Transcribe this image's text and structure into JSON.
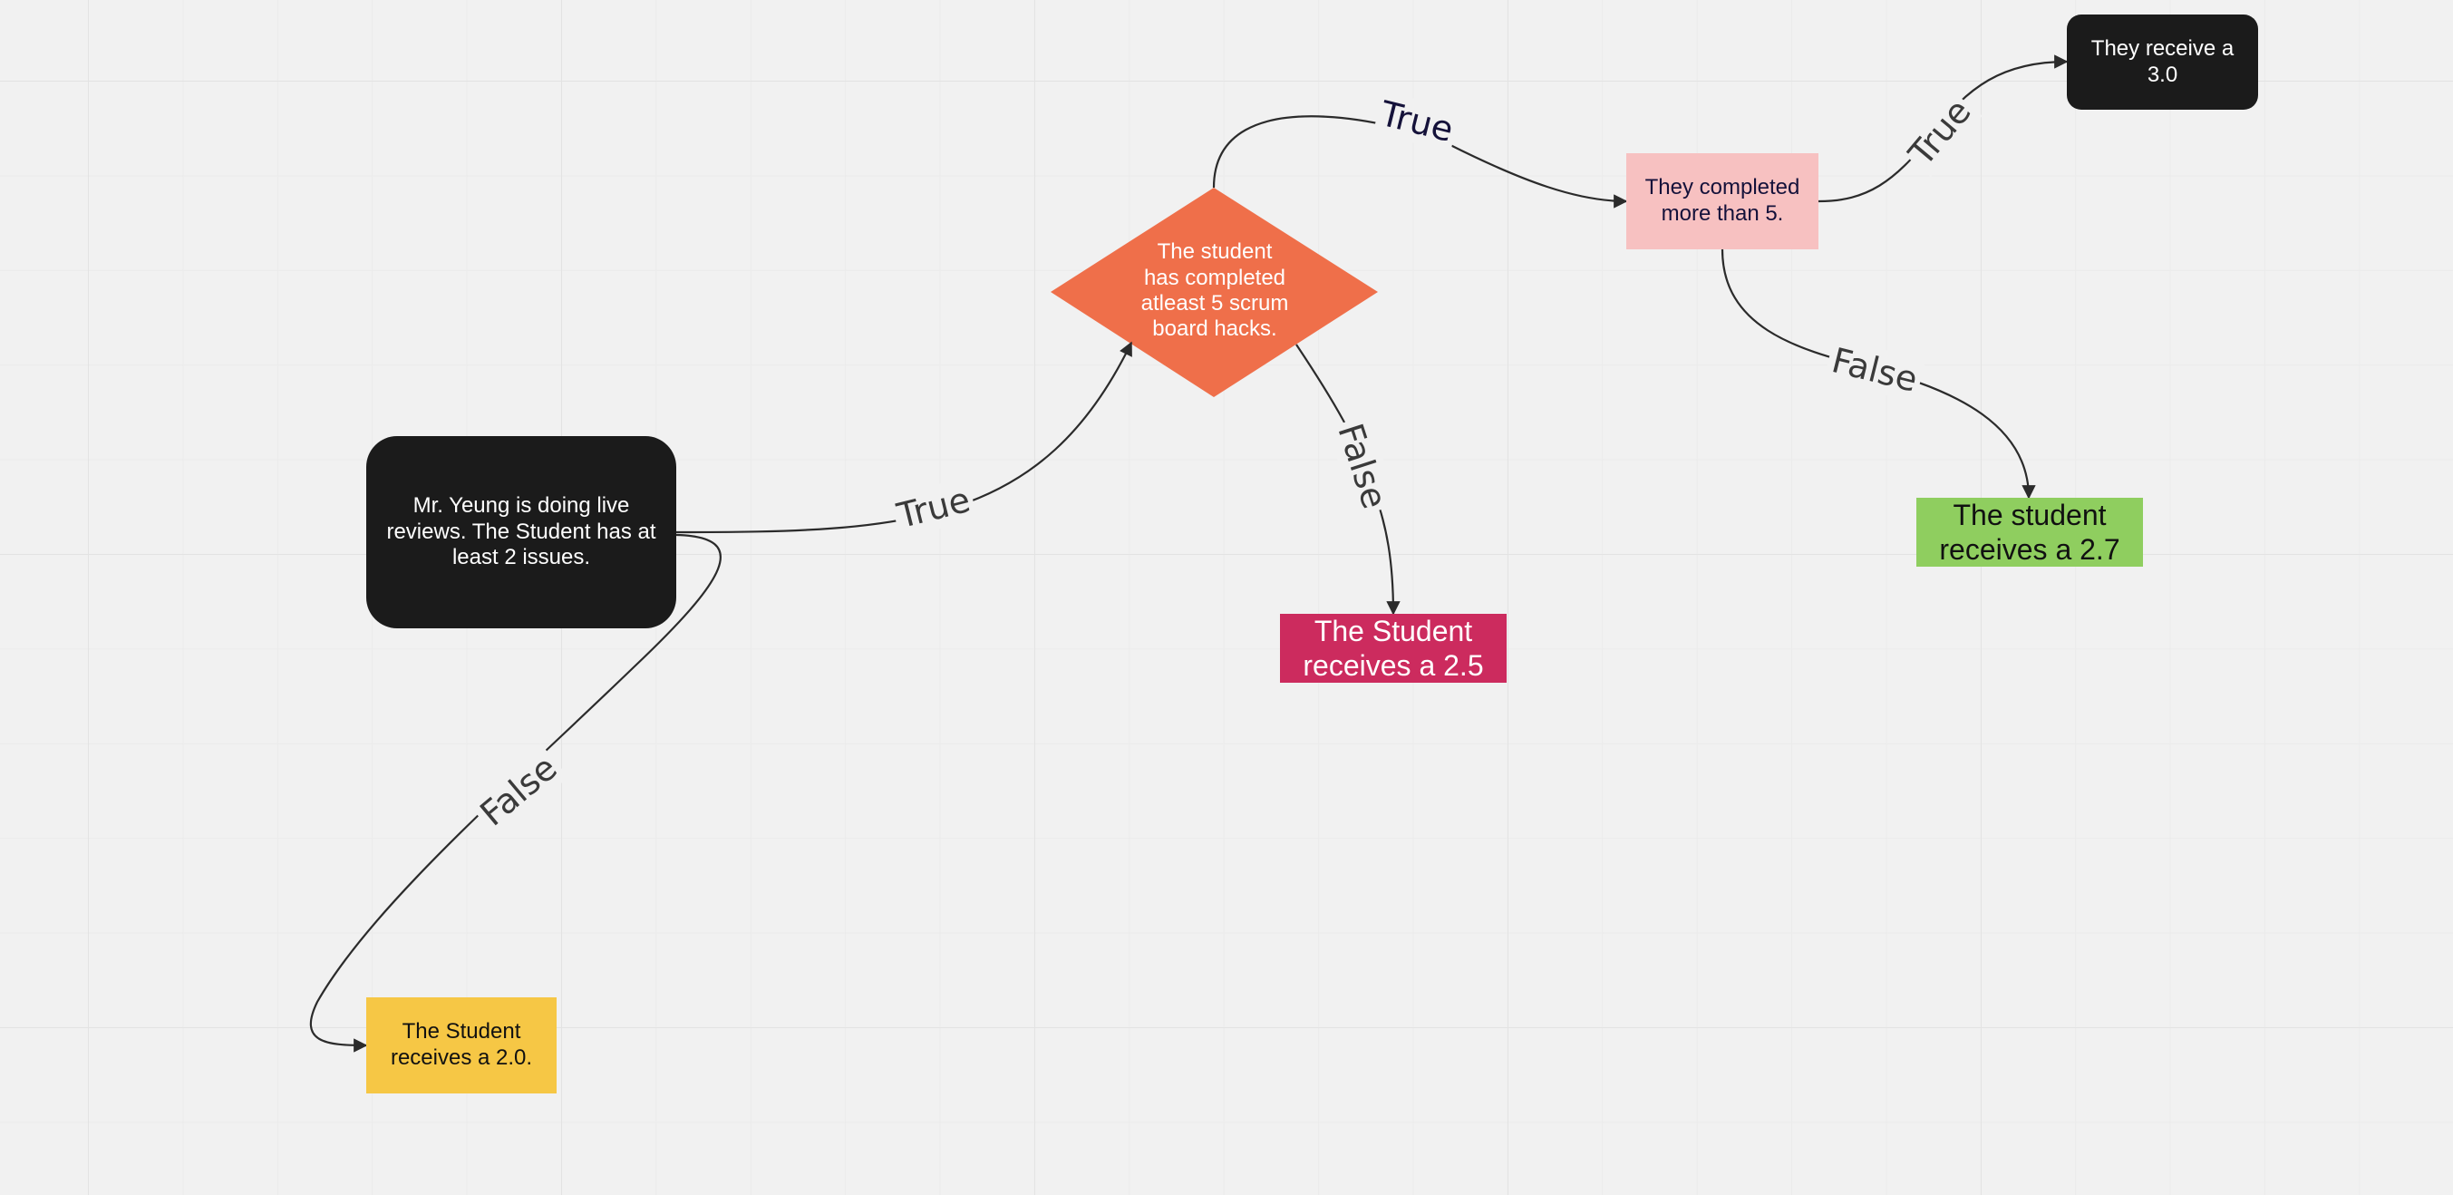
{
  "nodes": {
    "start": "Mr. Yeung is doing live\nreviews. The Student has at\nleast 2 issues.",
    "decision": "The student\nhas completed\natleast 5 scrum\nboard hacks.",
    "more_than_5": "They completed\nmore than 5.",
    "receive_30": "They receive a\n3.0",
    "receive_27": "The student\nreceives a 2.7",
    "receive_25": "The Student\nreceives a 2.5",
    "receive_20": "The Student\nreceives a 2.0."
  },
  "edges": {
    "start_to_decision": "True",
    "start_to_20": "False",
    "decision_to_more5": "True",
    "decision_to_25": "False",
    "more5_to_30": "True",
    "more5_to_27": "False"
  },
  "colors": {
    "background": "#f1f1f1",
    "dark_node": "#1b1b1b",
    "decision_orange": "#ef6f4a",
    "yellow": "#f6c745",
    "magenta": "#cc2b5e",
    "pink": "#f7c1c1",
    "green": "#8fce5f",
    "connector": "#2b2b2b"
  }
}
